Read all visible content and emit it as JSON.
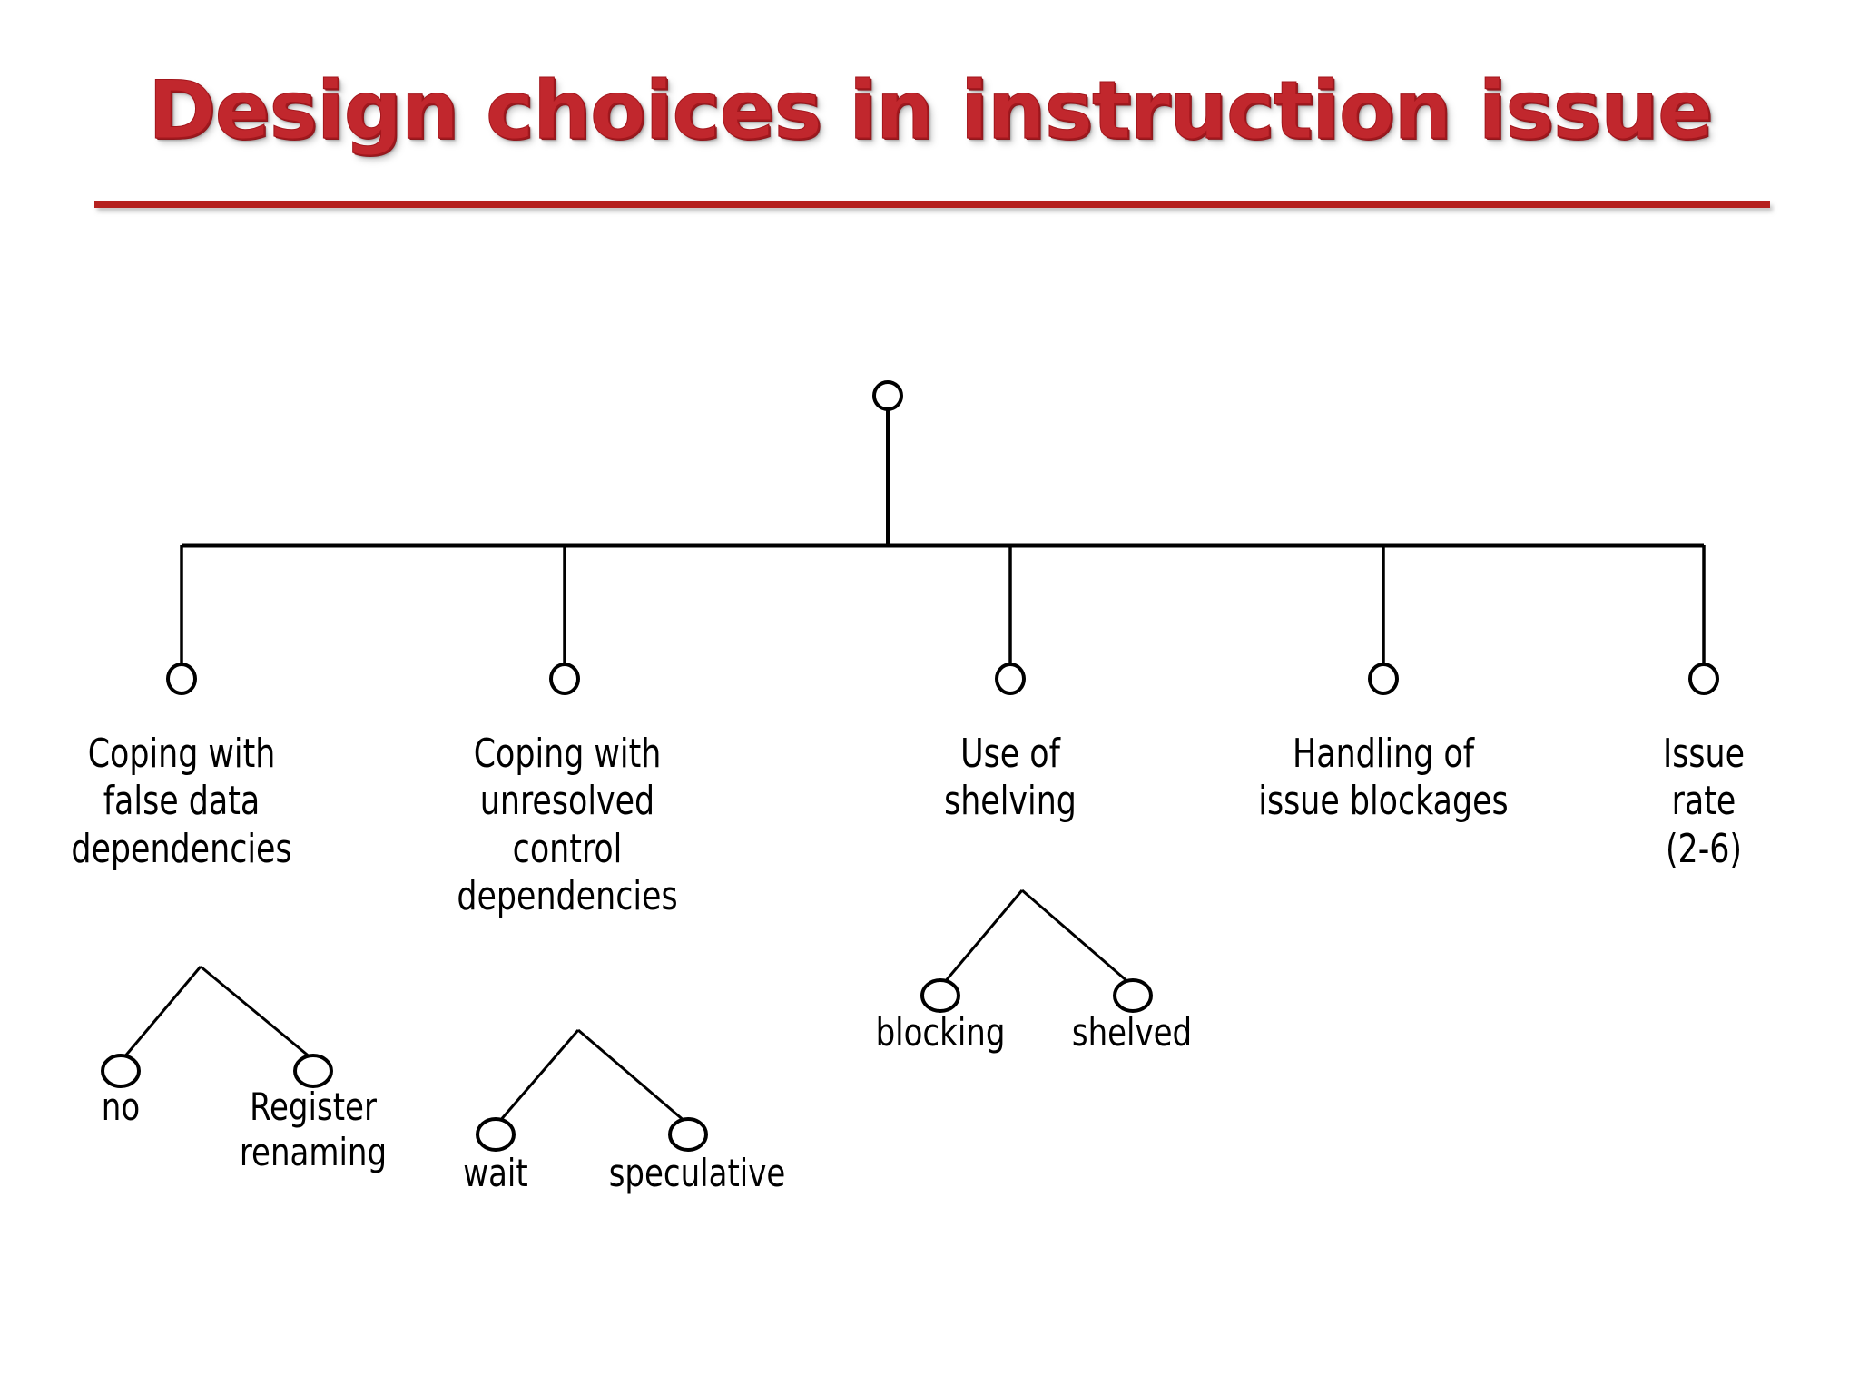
{
  "title": {
    "text": "Design choices in instruction issue",
    "color": "#c1272d",
    "underline_color": "#b5211f"
  },
  "diagram": {
    "type": "tree",
    "root": {
      "label": ""
    },
    "branches": [
      {
        "id": "false-data-dependencies",
        "label": "Coping with\nfalse data\ndependencies",
        "children": [
          {
            "id": "no",
            "label": "no"
          },
          {
            "id": "register-renaming",
            "label": "Register\nrenaming"
          }
        ]
      },
      {
        "id": "unresolved-control-dependencies",
        "label": "Coping with\nunresolved\ncontrol\ndependencies",
        "children": [
          {
            "id": "wait",
            "label": "wait"
          },
          {
            "id": "speculative",
            "label": "speculative"
          }
        ]
      },
      {
        "id": "use-of-shelving",
        "label": "Use of\nshelving",
        "children": [
          {
            "id": "blocking",
            "label": "blocking"
          },
          {
            "id": "shelved",
            "label": "shelved"
          }
        ]
      },
      {
        "id": "handling-of-issue-blockages",
        "label": "Handling of\nissue blockages",
        "children": []
      },
      {
        "id": "issue-rate",
        "label": "Issue\nrate\n(2-6)",
        "children": []
      }
    ]
  }
}
